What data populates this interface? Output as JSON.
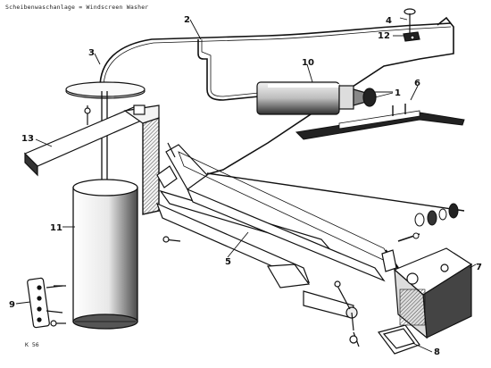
{
  "header": {
    "title": "Scheibenwaschanlage = Windscreen Washer"
  },
  "footer": {
    "code": "K 56"
  },
  "callouts": [
    "1",
    "2",
    "3",
    "4",
    "5",
    "6",
    "7",
    "8",
    "9",
    "10",
    "11",
    "12",
    "13"
  ]
}
